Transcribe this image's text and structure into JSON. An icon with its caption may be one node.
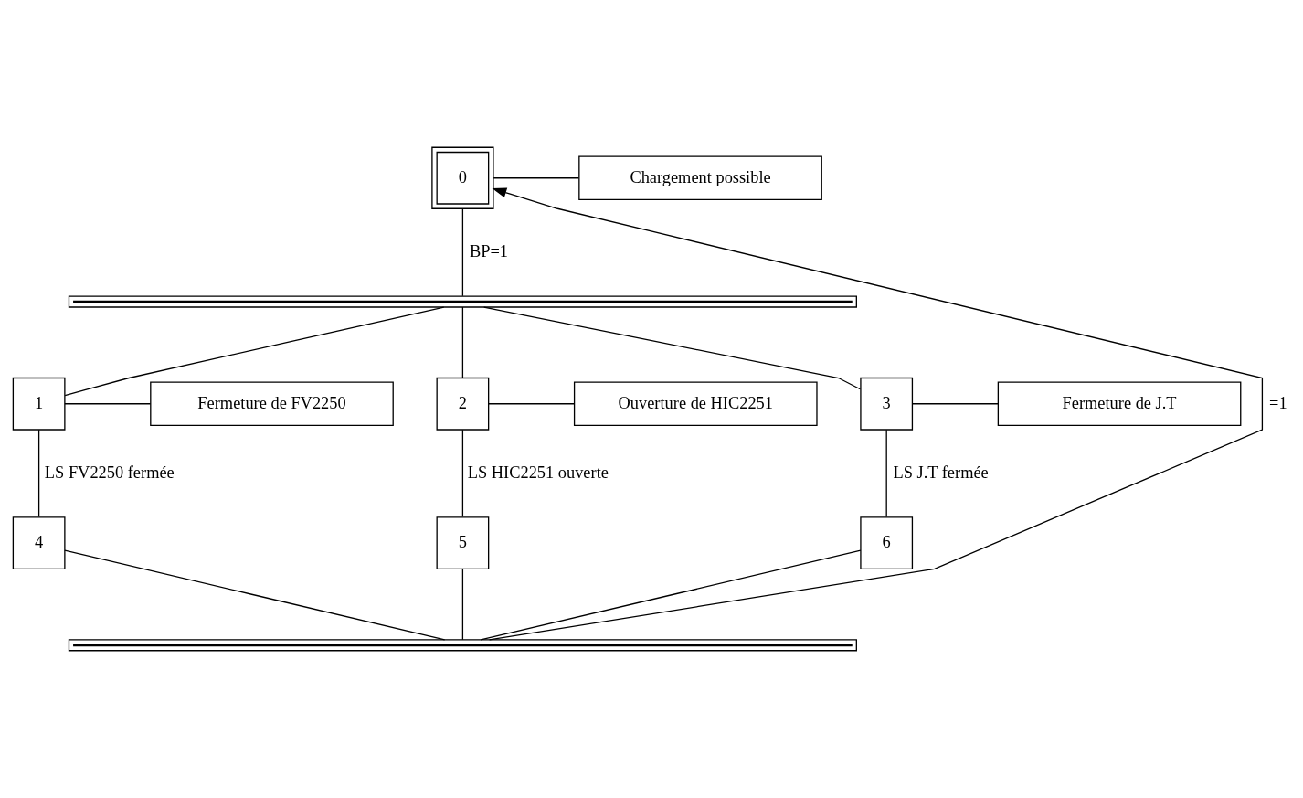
{
  "diagram": {
    "nodes": [
      {
        "text": [
          "0"
        ]
      },
      {
        "text": [
          "Chargement possible"
        ]
      },
      {
        "text": [],
        "shape": "bar"
      },
      {
        "text": [
          "1"
        ]
      },
      {
        "text": [
          "Fermeture de FV2250"
        ]
      },
      {
        "text": [
          "2"
        ]
      },
      {
        "text": [
          "Ouverture de HIC2251"
        ]
      },
      {
        "text": [
          "3"
        ]
      },
      {
        "text": [
          "Fermeture de J.T"
        ]
      },
      {
        "text": [
          "4"
        ]
      },
      {
        "text": [
          "5"
        ]
      },
      {
        "text": [
          "6"
        ]
      },
      {
        "text": [],
        "shape": "bar"
      }
    ],
    "edges": [
      {
        "from": 0,
        "to": 1,
        "arrow": "none"
      },
      {
        "from": 0,
        "to": 2,
        "arrow": "none",
        "label": "BP=1"
      },
      {
        "from": 2,
        "to": 3,
        "arrow": "none"
      },
      {
        "from": 2,
        "to": 5,
        "arrow": "none"
      },
      {
        "from": 2,
        "to": 7,
        "arrow": "none"
      },
      {
        "from": 3,
        "to": 4,
        "arrow": "none"
      },
      {
        "from": 5,
        "to": 6,
        "arrow": "none"
      },
      {
        "from": 7,
        "to": 8,
        "arrow": "none"
      },
      {
        "from": 3,
        "to": 9,
        "arrow": "none",
        "label": "LS FV2250 fermée"
      },
      {
        "from": 5,
        "to": 10,
        "arrow": "none",
        "label": "LS HIC2251 ouverte"
      },
      {
        "from": 7,
        "to": 11,
        "arrow": "none",
        "label": "LS J.T fermée"
      },
      {
        "from": 9,
        "to": 12,
        "arrow": "none"
      },
      {
        "from": 10,
        "to": 12,
        "arrow": "none"
      },
      {
        "from": 11,
        "to": 12,
        "arrow": "none"
      },
      {
        "from": 12,
        "to": 0,
        "arrow": "to",
        "label": "=1"
      }
    ]
  }
}
